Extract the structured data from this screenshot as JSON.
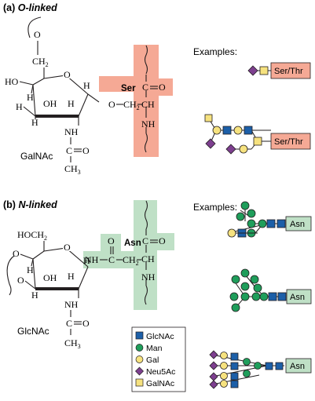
{
  "panels": [
    {
      "key": "a",
      "label_prefix": "(a) ",
      "label_name": "O-linked",
      "amino_acid": "Ser",
      "sugar": "GalNAc",
      "examples_label": "Examples:",
      "example_tags": [
        "Ser/Thr",
        "Ser/Thr"
      ]
    },
    {
      "key": "b",
      "label_prefix": "(b) ",
      "label_name": "N-linked",
      "amino_acid": "Asn",
      "sugar": "GlcNAc",
      "examples_label": "Examples:",
      "example_tags": [
        "Asn",
        "Asn",
        "Asn"
      ]
    }
  ],
  "structure_text": {
    "ring_o": "O",
    "h": "H",
    "ho": "HO",
    "oh": "OH",
    "nh": "NH",
    "n_h": "N",
    "c": "C",
    "eq_o": "O",
    "ch3": "CH",
    "ch3_sub": "3",
    "ch2": "CH",
    "ch2_sub": "2",
    "hoch2": "HOCH",
    "o_bridge": "O",
    "ch": "CH",
    "dash": "—"
  },
  "legend": {
    "items": [
      {
        "name": "GlcNAc",
        "shape": "square",
        "color": "#1c5fa8"
      },
      {
        "name": "Man",
        "shape": "circle",
        "color": "#1f9e5b"
      },
      {
        "name": "Gal",
        "shape": "circle",
        "color": "#f6e27f"
      },
      {
        "name": "Neu5Ac",
        "shape": "diamond",
        "color": "#7d3f8f"
      },
      {
        "name": "GalNAc",
        "shape": "square",
        "color": "#f6e27f"
      }
    ]
  },
  "colors": {
    "ser_highlight": "#f5a995",
    "asn_highlight": "#bfe0c6",
    "tag_orange": "#f5a995",
    "tag_green": "#bfe0c6",
    "glcnac": "#1c5fa8",
    "man": "#1f9e5b",
    "gal": "#f6e27f",
    "neu5ac": "#7d3f8f",
    "galnac": "#f6e27f",
    "ink": "#231f20"
  }
}
